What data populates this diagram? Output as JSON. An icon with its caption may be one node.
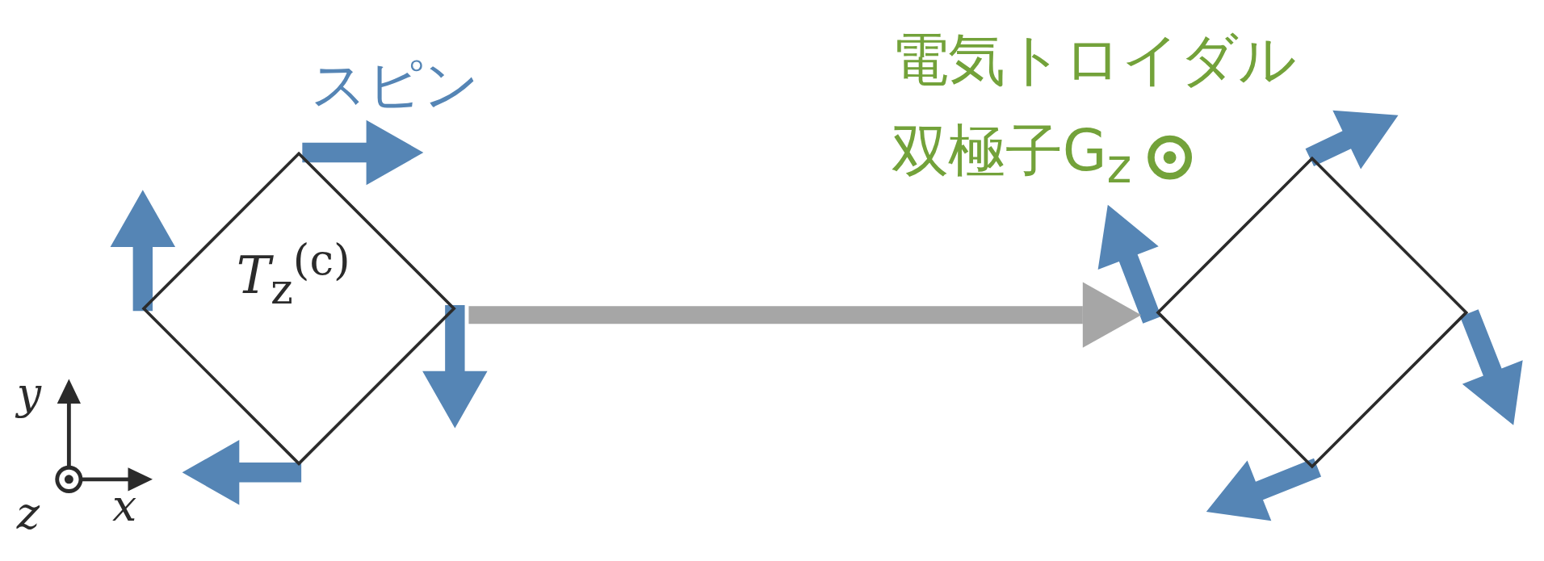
{
  "diagram": {
    "nodes": [
      {
        "text": [
          "*T*$_{z}$$^{(c)}$"
        ],
        "beside": [
          "スピン"
        ]
      },
      {
        "text": [],
        "shape": "diamond"
      }
    ],
    "edges": [
      {
        "from": 0,
        "to": 1,
        "arrow": "to"
      }
    ],
    "labels": [
      "電気トロイダル双極子G$_{z}$",
      "y",
      "z",
      "x"
    ]
  }
}
